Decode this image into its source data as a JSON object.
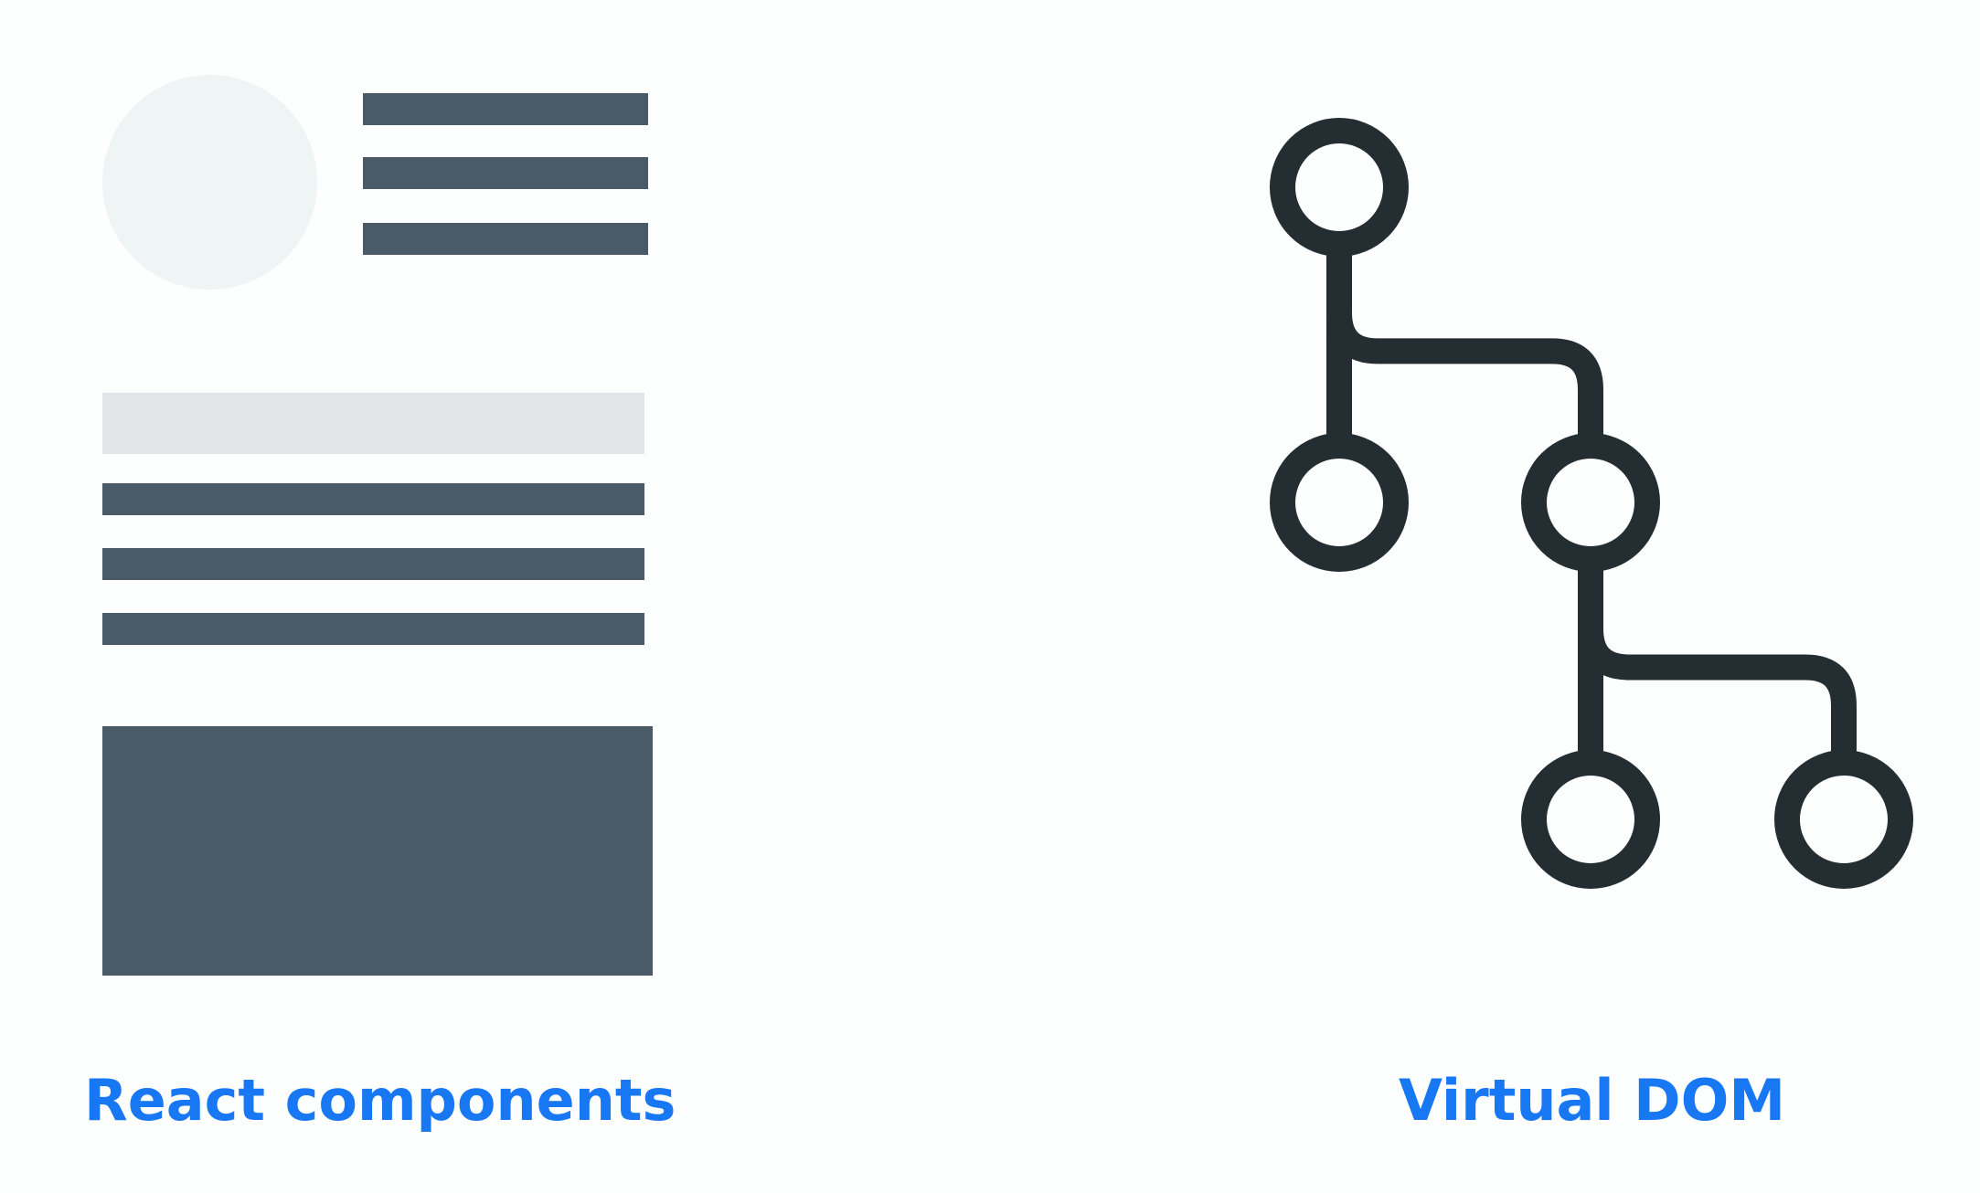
{
  "labels": {
    "left_caption": "React components",
    "right_caption": "Virtual DOM"
  },
  "colors": {
    "background": "#fdfefe",
    "caption": "#1877f2",
    "line_dark": "#4a5a66",
    "block_dark": "#4a5b67",
    "avatar": "#eff4f5",
    "title_bar": "#e1e5e8",
    "tree_stroke": "#232d32"
  },
  "icons": {
    "left": "react-components-wireframe-icon",
    "right": "virtual-dom-tree-icon"
  },
  "tree": {
    "nodes": [
      "root",
      "child-left",
      "child-right",
      "grandchild-left",
      "grandchild-right"
    ],
    "edges": [
      [
        "root",
        "child-left"
      ],
      [
        "root",
        "child-right"
      ],
      [
        "child-right",
        "grandchild-left"
      ],
      [
        "child-right",
        "grandchild-right"
      ]
    ]
  }
}
